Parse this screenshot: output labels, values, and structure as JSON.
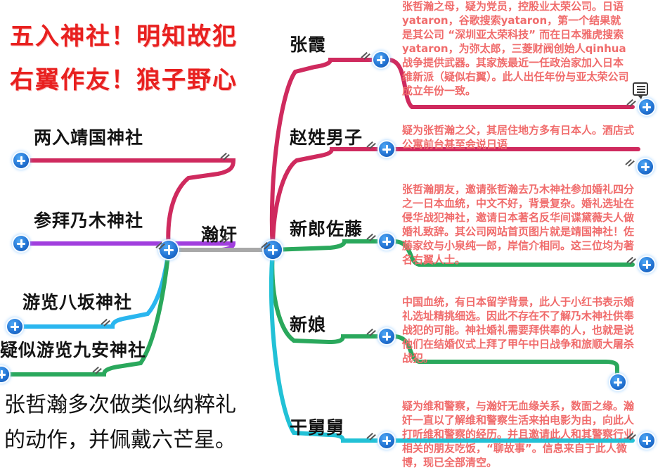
{
  "title": {
    "line1": "五入神社！明知故犯",
    "line2": "右翼作友！狼子野心",
    "color": "#e8201f"
  },
  "center_node": {
    "label": "瀚奸"
  },
  "caption": {
    "line1": "张哲瀚多次做类似纳粹礼",
    "line2": "的动作，并佩戴六芒星。"
  },
  "left_branches": [
    {
      "label": "两入靖国神社",
      "color": "#cf2a5e"
    },
    {
      "label": "参拜乃木神社",
      "color": "#a13ede"
    },
    {
      "label": "游览八坂神社",
      "color": "#2ab6ef"
    },
    {
      "label": "疑似游览九安神社",
      "color": "#2aa85c"
    }
  ],
  "right_branches": [
    {
      "label": "张霞",
      "color": "#cf2a5e",
      "note": "张哲瀚之母，疑为党员，控股业太荣公司。日语yataron，谷歌搜索yataron，第一个结果就是其公司 “深圳亚太荣科技” 而在日本雅虎搜索yataron，为弥太郎，三菱财阀创始人qinhua战争提供武器。其家族最近一任政治家加入日本维新派（疑似右翼）。此人出任年份与亚太荣公司成立年份一致。",
      "has_comment": true
    },
    {
      "label": "赵姓男子",
      "color": "#cf2a5e",
      "note": "疑为张哲瀚之父，其居住地方多有日本人。酒店式公寓前台甚至会说日语",
      "has_comment": false
    },
    {
      "label": "新郎佐藤",
      "color": "#2aa85c",
      "note": "张哲瀚朋友，邀请张哲瀚去乃木神社参加婚礼四分之一日本血统，中文不好，背景复杂。婚礼选址在侵华战犯神社，邀请日本著名反华间谍黛薇夫人做婚礼致辞。其公司网站首页图片就是靖国神社！佐藤家纹与小泉纯一郎，岸信介相同。这三位均为著名右翼人士。",
      "has_comment": false
    },
    {
      "label": "新娘",
      "color": "#2aa85c",
      "note": "中国血统，有日本留学背景，此人于小红书表示婚礼选址精挑细选。因此不存在不了解乃木神社供奉战犯的可能。神社婚礼需要拜供奉的人，也就是说他们在结婚仪式上拜了甲午中日战争和旅顺大屠杀战犯。",
      "has_comment": false
    },
    {
      "label": "干舅舅",
      "color": "#22c1d6",
      "note": "疑为维和警察，与瀚奸无血缘关系，数面之缘。瀚奸一直以了解维和警察生活来拍电影为由，向此人打听维和警察的经历。并且邀请此人和其警察行业相关的朋友吃饭，“聊故事”。信息来自于此人微博，现已全部清空。",
      "has_comment": false
    }
  ],
  "colors": {
    "crimson": "#cf2a5e",
    "purple": "#a13ede",
    "blue": "#2ab6ef",
    "green": "#2aa85c",
    "cyan": "#22c1d6",
    "trunk": "#a8a8a8",
    "note_text": "#f06b6b",
    "node_text": "#141414"
  },
  "icons": {
    "expand": "plus-circle-icon",
    "comment": "comment-bubble-icon",
    "resize": "resize-handle-icon"
  }
}
